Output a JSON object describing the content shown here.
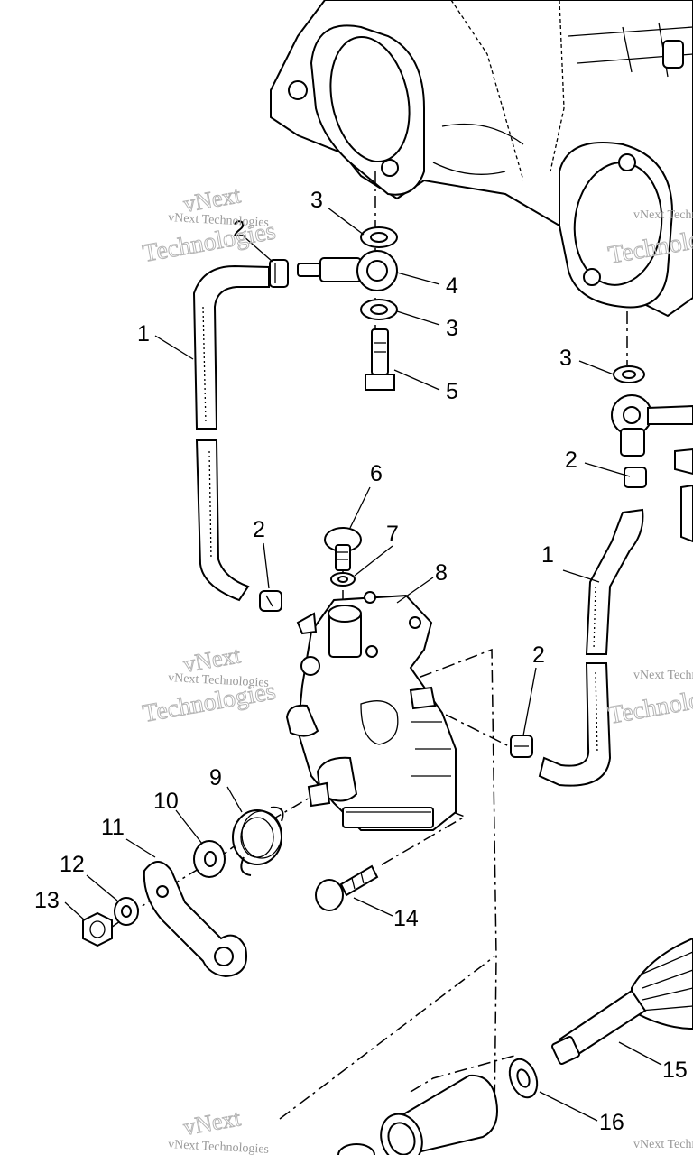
{
  "diagram": {
    "watermark": {
      "big_top": "vNext",
      "big_bottom": "Technologies",
      "small": "vNext Technologies"
    },
    "callouts": [
      {
        "id": "c1a",
        "text": "1"
      },
      {
        "id": "c1b",
        "text": "1"
      },
      {
        "id": "c2a",
        "text": "2"
      },
      {
        "id": "c2b",
        "text": "2"
      },
      {
        "id": "c2c",
        "text": "2"
      },
      {
        "id": "c2d",
        "text": "2"
      },
      {
        "id": "c3a",
        "text": "3"
      },
      {
        "id": "c3b",
        "text": "3"
      },
      {
        "id": "c3c",
        "text": "3"
      },
      {
        "id": "c4",
        "text": "4"
      },
      {
        "id": "c5",
        "text": "5"
      },
      {
        "id": "c6",
        "text": "6"
      },
      {
        "id": "c7",
        "text": "7"
      },
      {
        "id": "c8",
        "text": "8"
      },
      {
        "id": "c9",
        "text": "9"
      },
      {
        "id": "c10",
        "text": "10"
      },
      {
        "id": "c11",
        "text": "11"
      },
      {
        "id": "c12",
        "text": "12"
      },
      {
        "id": "c13",
        "text": "13"
      },
      {
        "id": "c14",
        "text": "14"
      },
      {
        "id": "c15",
        "text": "15"
      },
      {
        "id": "c16",
        "text": "16"
      }
    ]
  }
}
